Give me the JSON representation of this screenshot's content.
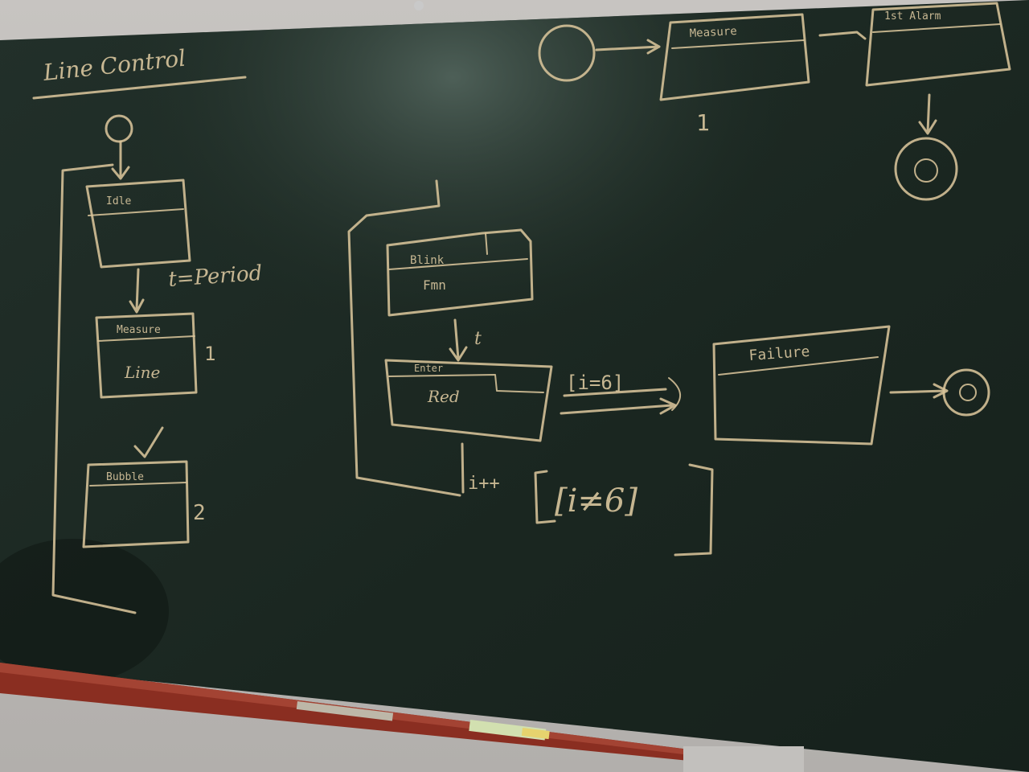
{
  "scene": {
    "title": "Line Control",
    "left_diagram": {
      "box1_label": "Idle",
      "transition1": "t=Period",
      "box2_label": "Measure",
      "box2_body": "Line",
      "box2_number": "1",
      "box3_label": "Bubble",
      "box3_number": "2"
    },
    "top_right": {
      "measure_label": "Measure",
      "measure_number": "1",
      "second_label": "1st Alarm"
    },
    "middle_diagram": {
      "box1_label": "Blink",
      "box1_body": "Fmn",
      "transition_t": "t",
      "box2_label": "Enter",
      "box2_body": "Red",
      "guard_right": "[i=6]",
      "guard_bottom": "[i≠6]",
      "increment": "i++",
      "failure_label": "Failure"
    },
    "colors": {
      "board": "#1c2a22",
      "chalk": "#d8c49a",
      "tray": "#8a2e21"
    }
  }
}
